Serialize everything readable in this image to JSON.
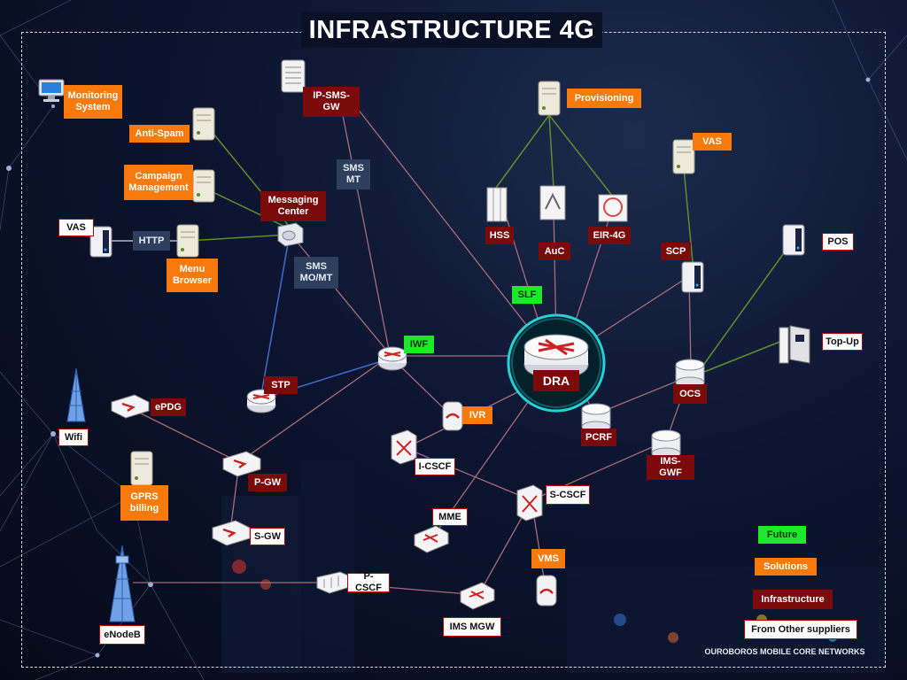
{
  "title": "INFRASTRUCTURE 4G",
  "footer": "OUROBOROS MOBILE CORE NETWORKS",
  "nodes": {
    "monitoring": "Monitoring System",
    "anti_spam": "Anti-Spam",
    "campaign": "Campaign Management",
    "vas_left": "VAS",
    "http": "HTTP",
    "menu_browser": "Menu Browser",
    "ip_sms_gw": "IP-SMS-GW",
    "sms_mt": "SMS MT",
    "messaging_center": "Messaging Center",
    "sms_mo_mt": "SMS MO/MT",
    "provisioning": "Provisioning",
    "hss": "HSS",
    "auc": "AuC",
    "eir": "EIR-4G",
    "slf": "SLF",
    "vas_right": "VAS",
    "scp": "SCP",
    "pos": "POS",
    "topup": "Top-Up",
    "iwf": "IWF",
    "stp": "STP",
    "dra": "DRA",
    "ocs": "OCS",
    "pcrf": "PCRF",
    "ims_gwf": "IMS-GWF",
    "epdg": "ePDG",
    "ivr": "IVR",
    "wifi": "Wifi",
    "p_gw": "P-GW",
    "i_cscf": "I-CSCF",
    "s_cscf": "S-CSCF",
    "gprs_billing": "GPRS billing",
    "mme": "MME",
    "s_gw": "S-GW",
    "vms": "VMS",
    "p_cscf": "P-CSCF",
    "enodeb": "eNodeB",
    "ims_mgw": "IMS MGW"
  },
  "legend": {
    "future": "Future",
    "solutions": "Solutions",
    "infrastructure": "Infrastructure",
    "other": "From Other suppliers"
  },
  "colors": {
    "solutions": "#f97a0c",
    "infrastructure": "#7b0a0b",
    "future": "#1ee82a",
    "protocol": "#2d3f5c",
    "link_diameter": "#b07080",
    "link_provisioning": "#5f8f2a",
    "link_sigtran": "#3c6ccf",
    "dra_ring": "#22d3d6"
  }
}
